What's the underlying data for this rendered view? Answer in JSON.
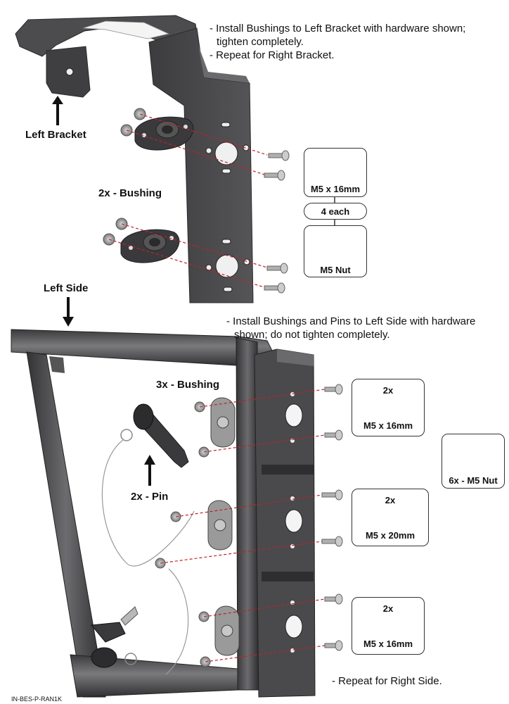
{
  "instructions": {
    "top_line1": "- Install Bushings to Left Bracket with hardware shown;",
    "top_line2": "tighten completely.",
    "top_line3": "- Repeat for Right Bracket.",
    "mid_line1": "- Install Bushings and Pins to Left Side with hardware",
    "mid_line2": "shown; do not tighten completely.",
    "bottom_line": "- Repeat for Right Side."
  },
  "labels": {
    "left_bracket": "Left Bracket",
    "bushing_2x": "2x - Bushing",
    "left_side": "Left Side",
    "bushing_3x": "3x - Bushing",
    "pin_2x": "2x - Pin"
  },
  "hardware": {
    "bolt_m5x16": "M5 x 16mm",
    "each_4": "4 each",
    "nut_m5": "M5 Nut",
    "qty_2x_a": "2x",
    "bolt_m5x16_b": "M5 x 16mm",
    "nut_6x": "6x - M5 Nut",
    "qty_2x_b": "2x",
    "bolt_m5x20": "M5 x 20mm",
    "qty_2x_c": "2x",
    "bolt_m5x16_c": "M5 x 16mm"
  },
  "footer": {
    "doc_code": "IN-BES-P-RAN1K"
  },
  "colors": {
    "frame": "#4a4a4d",
    "frame_dark": "#2e2e30",
    "hardware": "#9a9a9a",
    "guide_line": "#c0202a"
  }
}
